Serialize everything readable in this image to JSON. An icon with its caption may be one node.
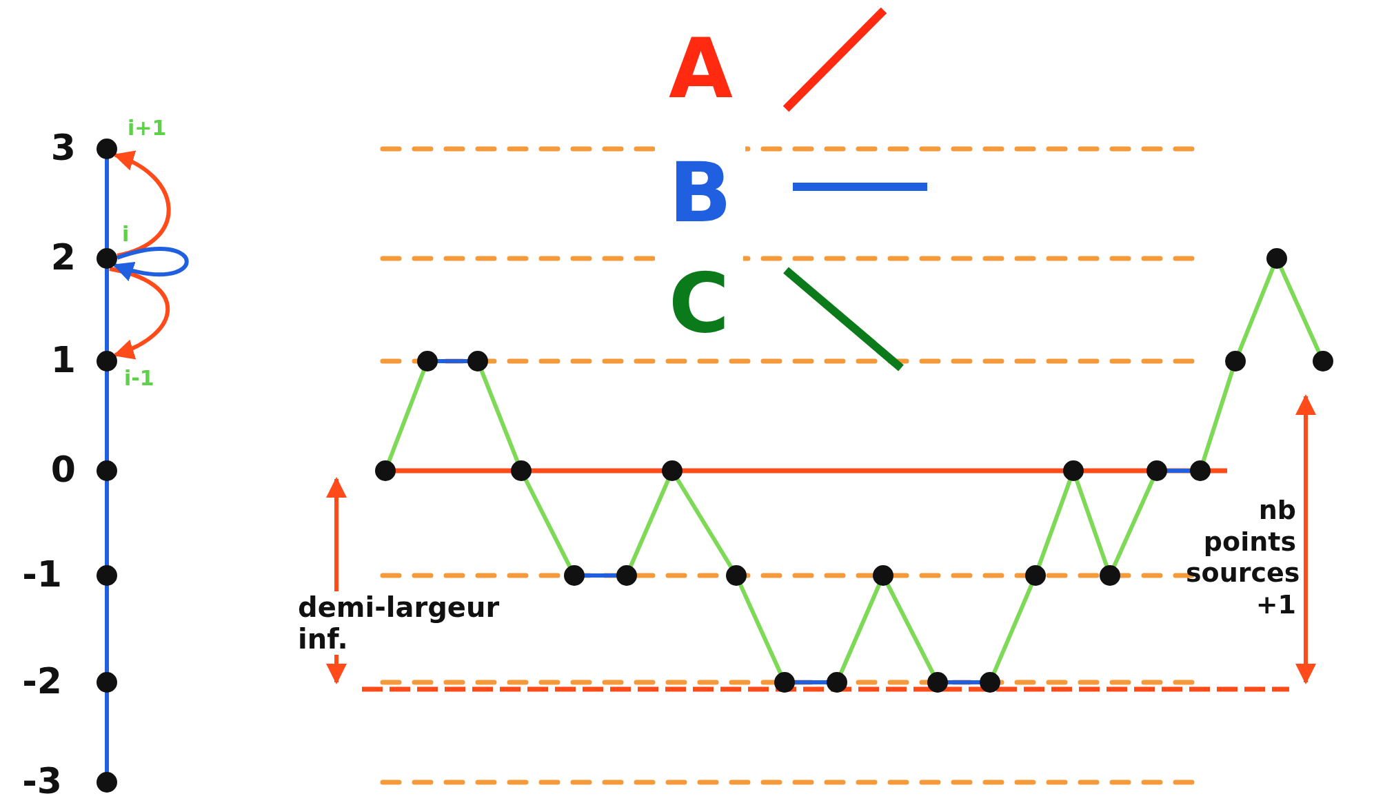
{
  "diagram": {
    "nodes": [
      {
        "text": [],
        "shape": "circle",
        "beside": [
          "i+1"
        ]
      },
      {
        "text": [],
        "shape": "circle",
        "beside": [
          "i"
        ]
      },
      {
        "text": [],
        "shape": "circle",
        "beside": [
          "i-1"
        ]
      },
      {
        "text": [],
        "shape": "circle"
      },
      {
        "text": [],
        "shape": "circle"
      },
      {
        "text": [],
        "shape": "circle"
      },
      {
        "text": [],
        "shape": "circle"
      },
      {
        "text": [],
        "shape": "circle"
      },
      {
        "text": [],
        "shape": "circle"
      },
      {
        "text": [],
        "shape": "circle"
      },
      {
        "text": [],
        "shape": "circle"
      },
      {
        "text": [],
        "shape": "circle"
      },
      {
        "text": [],
        "shape": "circle"
      },
      {
        "text": [],
        "shape": "circle"
      },
      {
        "text": [],
        "shape": "circle"
      },
      {
        "text": [],
        "shape": "circle"
      },
      {
        "text": [],
        "shape": "circle"
      },
      {
        "text": [],
        "shape": "circle"
      },
      {
        "text": [],
        "shape": "circle"
      },
      {
        "text": [],
        "shape": "circle"
      },
      {
        "text": [],
        "shape": "circle"
      },
      {
        "text": [],
        "shape": "circle"
      },
      {
        "text": [],
        "shape": "circle"
      },
      {
        "text": [],
        "shape": "circle"
      },
      {
        "text": [],
        "shape": "circle"
      },
      {
        "text": [],
        "shape": "circle"
      },
      {
        "text": [],
        "shape": "circle"
      },
      {
        "text": [],
        "shape": "circle"
      }
    ],
    "edges": [
      {
        "from": 0,
        "to": 1,
        "arrow": "none",
        "color": "#1f5fe0"
      },
      {
        "from": 1,
        "to": 2,
        "arrow": "none",
        "color": "#1f5fe0"
      },
      {
        "from": 2,
        "to": 3,
        "arrow": "none",
        "color": "#1f5fe0"
      },
      {
        "from": 3,
        "to": 4,
        "arrow": "none",
        "color": "#1f5fe0"
      },
      {
        "from": 4,
        "to": 5,
        "arrow": "none",
        "color": "#1f5fe0"
      },
      {
        "from": 5,
        "to": 6,
        "arrow": "none",
        "color": "#1f5fe0"
      },
      {
        "from": 1,
        "to": 0,
        "arrow": "to",
        "color": "#ff4a1a"
      },
      {
        "from": 1,
        "to": 2,
        "arrow": "to",
        "color": "#ff4a1a"
      },
      {
        "from": 1,
        "to": 1,
        "arrow": "to",
        "color": "#1f5fe0"
      },
      {
        "from": 7,
        "to": 8,
        "arrow": "none"
      },
      {
        "from": 8,
        "to": 9,
        "arrow": "none",
        "color": "#1f5fe0"
      },
      {
        "from": 9,
        "to": 10,
        "arrow": "none"
      },
      {
        "from": 10,
        "to": 11,
        "arrow": "none"
      },
      {
        "from": 11,
        "to": 12,
        "arrow": "none",
        "color": "#1f5fe0"
      },
      {
        "from": 12,
        "to": 13,
        "arrow": "none"
      },
      {
        "from": 13,
        "to": 14,
        "arrow": "none"
      },
      {
        "from": 14,
        "to": 15,
        "arrow": "none"
      },
      {
        "from": 15,
        "to": 16,
        "arrow": "none",
        "color": "#1f5fe0"
      },
      {
        "from": 16,
        "to": 17,
        "arrow": "none"
      },
      {
        "from": 17,
        "to": 18,
        "arrow": "none"
      },
      {
        "from": 18,
        "to": 19,
        "arrow": "none",
        "color": "#1f5fe0"
      },
      {
        "from": 19,
        "to": 20,
        "arrow": "none"
      },
      {
        "from": 20,
        "to": 21,
        "arrow": "none"
      },
      {
        "from": 21,
        "to": 22,
        "arrow": "none"
      },
      {
        "from": 22,
        "to": 23,
        "arrow": "none"
      },
      {
        "from": 23,
        "to": 24,
        "arrow": "none",
        "color": "#1f5fe0"
      },
      {
        "from": 24,
        "to": 25,
        "arrow": "none"
      },
      {
        "from": 25,
        "to": 26,
        "arrow": "none"
      },
      {
        "from": 26,
        "to": 27,
        "arrow": "none"
      }
    ],
    "labels": [
      "3",
      "2",
      "1",
      "0",
      "-1",
      "-2",
      "-3",
      "demi-largeur inf.",
      "nb points sources +1"
    ],
    "legend": [
      {
        "text": "A",
        "color": "#ff2a10"
      },
      {
        "text": "B",
        "color": "#1f5fe0"
      },
      {
        "text": "C",
        "color": "#0a7a1a"
      }
    ]
  }
}
